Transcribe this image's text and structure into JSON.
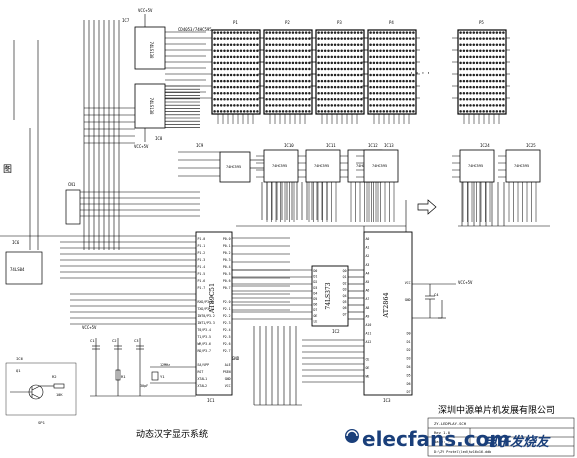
{
  "diagram": {
    "title": "动态汉字显示系统",
    "company": "深圳中源单片机发展有限公司",
    "watermark": "elecfans.com",
    "watermark_cn": "电子发烧友",
    "ellipsis": "· · · ·",
    "left_fragment": "图",
    "title_block": {
      "row1": "ZY-LEDPLAY-SCH",
      "row2": "Rev 1.0",
      "row3": "Date: ...",
      "row4": "D:\\ZY Protel\\led\\hz16x16.ddb"
    },
    "top_label": "CD4053/74HC595",
    "panels": [
      {
        "id": "p1",
        "label": "P1"
      },
      {
        "id": "p2",
        "label": "P2"
      },
      {
        "id": "p3",
        "label": "P3"
      },
      {
        "id": "p4",
        "label": "P4"
      },
      {
        "id": "pn",
        "label": "P5"
      }
    ],
    "drivers": [
      {
        "id": "ic10",
        "label": "IC10",
        "part": "74HC595"
      },
      {
        "id": "ic11",
        "label": "IC11",
        "part": "74HC595"
      },
      {
        "id": "ic12",
        "label": "IC12",
        "part": "74HC595"
      },
      {
        "id": "ic13",
        "label": "IC13",
        "part": "74HC595"
      },
      {
        "id": "ic24",
        "label": "IC24",
        "part": "74HC595"
      },
      {
        "id": "ic25",
        "label": "IC25",
        "part": "74HC595"
      }
    ],
    "extra_driver": {
      "label": "IC9",
      "part": "74HC595"
    },
    "chips": {
      "ic7": {
        "label": "IC7",
        "part": "74LS138"
      },
      "ic8": {
        "label": "IC8",
        "part": "74LS138"
      },
      "mcu": {
        "label": "IC1",
        "part": "AT89C51"
      },
      "latch": {
        "label": "IC2",
        "part": "74LS373"
      },
      "eeprom": {
        "label": "IC3",
        "part": "AT2864"
      },
      "ic6": {
        "label": "IC6",
        "part": "74LS04"
      }
    },
    "power": {
      "vcc": "VCC+5V",
      "gnd": "GND"
    },
    "mcu_pins_left": [
      "P1.0",
      "P1.1",
      "P1.2",
      "P1.3",
      "P1.4",
      "P1.5",
      "P1.6",
      "P1.7",
      "",
      "RXD/P3.0",
      "TXD/P3.1",
      "INT0/P3.2",
      "INT1/P3.3",
      "T0/P3.4",
      "T1/P3.5",
      "WR/P3.6",
      "RD/P3.7",
      "",
      "EA/VPP",
      "RST",
      "XTAL1",
      "XTAL2"
    ],
    "mcu_pins_right": [
      "P0.0",
      "P0.1",
      "P0.2",
      "P0.3",
      "P0.4",
      "P0.5",
      "P0.6",
      "P0.7",
      "",
      "P2.0",
      "P2.1",
      "P2.2",
      "P2.3",
      "P2.4",
      "P2.5",
      "P2.6",
      "P2.7",
      "",
      "ALE",
      "PSEN",
      "GND",
      "VCC"
    ],
    "eeprom_pins_left": [
      "A0",
      "A1",
      "A2",
      "A3",
      "A4",
      "A5",
      "A6",
      "A7",
      "A8",
      "A9",
      "A10",
      "A11",
      "A12",
      "",
      "CE",
      "OE",
      "WE"
    ],
    "eeprom_pins_right": [
      "VCC",
      "",
      "GND",
      "",
      "",
      "",
      "D0",
      "D1",
      "D2",
      "D3",
      "D4",
      "D5",
      "D6",
      "D7"
    ],
    "latch_pins_left": [
      "D0",
      "D1",
      "D2",
      "D3",
      "D4",
      "D5",
      "D6",
      "D7",
      "OE",
      "LE"
    ],
    "latch_pins_right": [
      "Q0",
      "Q1",
      "Q2",
      "Q3",
      "Q4",
      "Q5",
      "Q6",
      "Q7"
    ],
    "passives": {
      "c1": "C1",
      "c2": "C2",
      "c3": "C3",
      "c4": "C4",
      "r1": "R1",
      "r2": "R2",
      "crystal": "Y1",
      "c_val": "30pF",
      "xtal_val": "12MHz",
      "q1": "Q1",
      "buzzer": "SP1",
      "r_val": "10K"
    },
    "port_labels": {
      "left_ic": "IC6",
      "mid_ic": "IC5",
      "cn": "CN1"
    }
  }
}
